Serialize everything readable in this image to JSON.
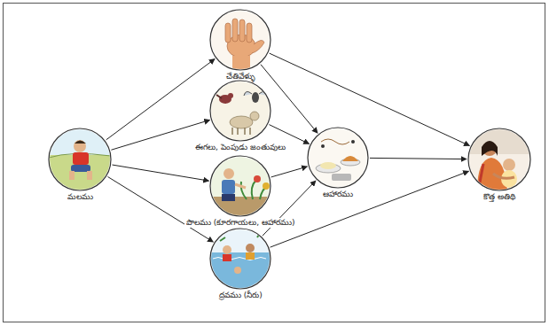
{
  "diagram": {
    "nodes": [
      {
        "text": [
          "మలము"
        ]
      },
      {
        "text": [
          "చేతివేళ్ళు"
        ]
      },
      {
        "text": [
          "ఈగలు, పెంపుడు జంతువులు"
        ]
      },
      {
        "text": [
          "పొలము (కూరగాయలు, ఆహారము)"
        ]
      },
      {
        "text": [
          "ద్రవము (నీరు)"
        ]
      },
      {
        "text": [
          "ఆహారము"
        ]
      },
      {
        "text": [
          "కొత్త అతిథి"
        ]
      }
    ],
    "edges": [
      {
        "from": 0,
        "to": 1,
        "arrow": "to"
      },
      {
        "from": 0,
        "to": 2,
        "arrow": "to"
      },
      {
        "from": 0,
        "to": 3,
        "arrow": "to"
      },
      {
        "from": 0,
        "to": 4,
        "arrow": "to"
      },
      {
        "from": 1,
        "to": 5,
        "arrow": "to"
      },
      {
        "from": 1,
        "to": 6,
        "arrow": "to"
      },
      {
        "from": 2,
        "to": 5,
        "arrow": "to"
      },
      {
        "from": 3,
        "to": 5,
        "arrow": "to"
      },
      {
        "from": 4,
        "to": 5,
        "arrow": "to"
      },
      {
        "from": 4,
        "to": 6,
        "arrow": "to"
      },
      {
        "from": 5,
        "to": 6,
        "arrow": "to"
      }
    ]
  }
}
